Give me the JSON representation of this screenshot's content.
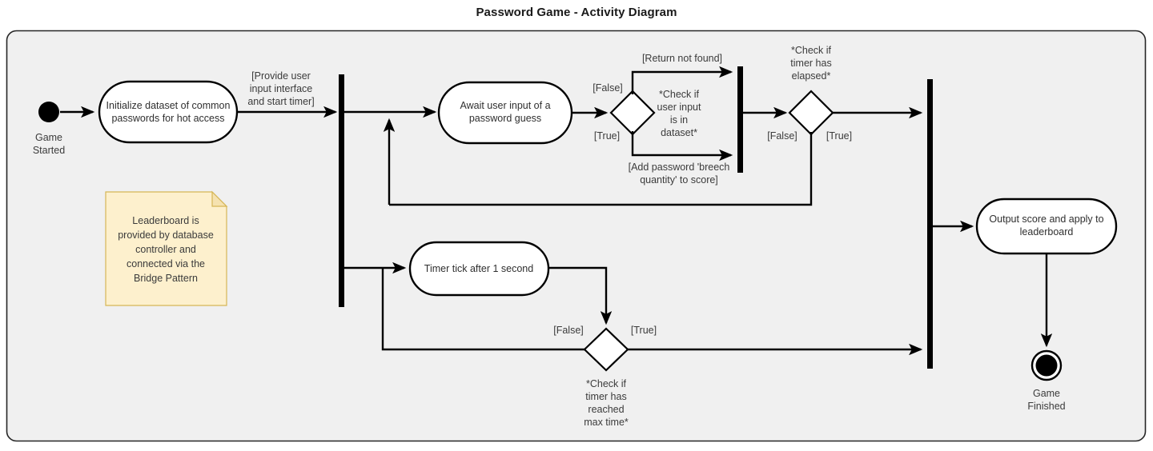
{
  "title": "Password Game - Activity Diagram",
  "frame": {
    "background": "#f0f0f0",
    "border_color": "#262626"
  },
  "nodes": {
    "initial": {
      "name": "initial-node",
      "caption_line1": "Game",
      "caption_line2": "Started"
    },
    "final": {
      "name": "final-node",
      "caption_line1": "Game",
      "caption_line2": "Finished"
    },
    "activity_init": {
      "line1": "Initialize dataset of common",
      "line2": "passwords for hot access"
    },
    "activity_await": {
      "line1": "Await user input of a",
      "line2": "password guess"
    },
    "activity_timer": {
      "line1": "Timer tick after 1 second"
    },
    "activity_output": {
      "line1": "Output score and apply to",
      "line2": "leaderboard"
    }
  },
  "decisions": {
    "dataset_check": {
      "line1": "*Check if",
      "line2": "user input",
      "line3": "is in",
      "line4": "dataset*"
    },
    "timer_elapsed": {
      "line1": "*Check if",
      "line2": "timer has",
      "line3": "elapsed*"
    },
    "timer_max": {
      "line1": "*Check if",
      "line2": "timer has",
      "line3": "reached",
      "line4": "max time*"
    }
  },
  "note": {
    "line1": "Leaderboard is",
    "line2": "provided by database",
    "line3": "controller and",
    "line4": "connected via the",
    "line5": "Bridge Pattern",
    "fill": "#fdf0cd",
    "border": "#d6b656"
  },
  "edge_labels": {
    "start_timer_l1": "[Provide user",
    "start_timer_l2": "input interface",
    "start_timer_l3": "and start timer]",
    "return_not_found": "[Return not found]",
    "dataset_false": "[False]",
    "dataset_true": "[True]",
    "add_breech_l1": "[Add password 'breech",
    "add_breech_l2": "quantity' to score]",
    "elapsed_false": "[False]",
    "elapsed_true": "[True]",
    "maxtime_false": "[False]",
    "maxtime_true": "[True]"
  }
}
